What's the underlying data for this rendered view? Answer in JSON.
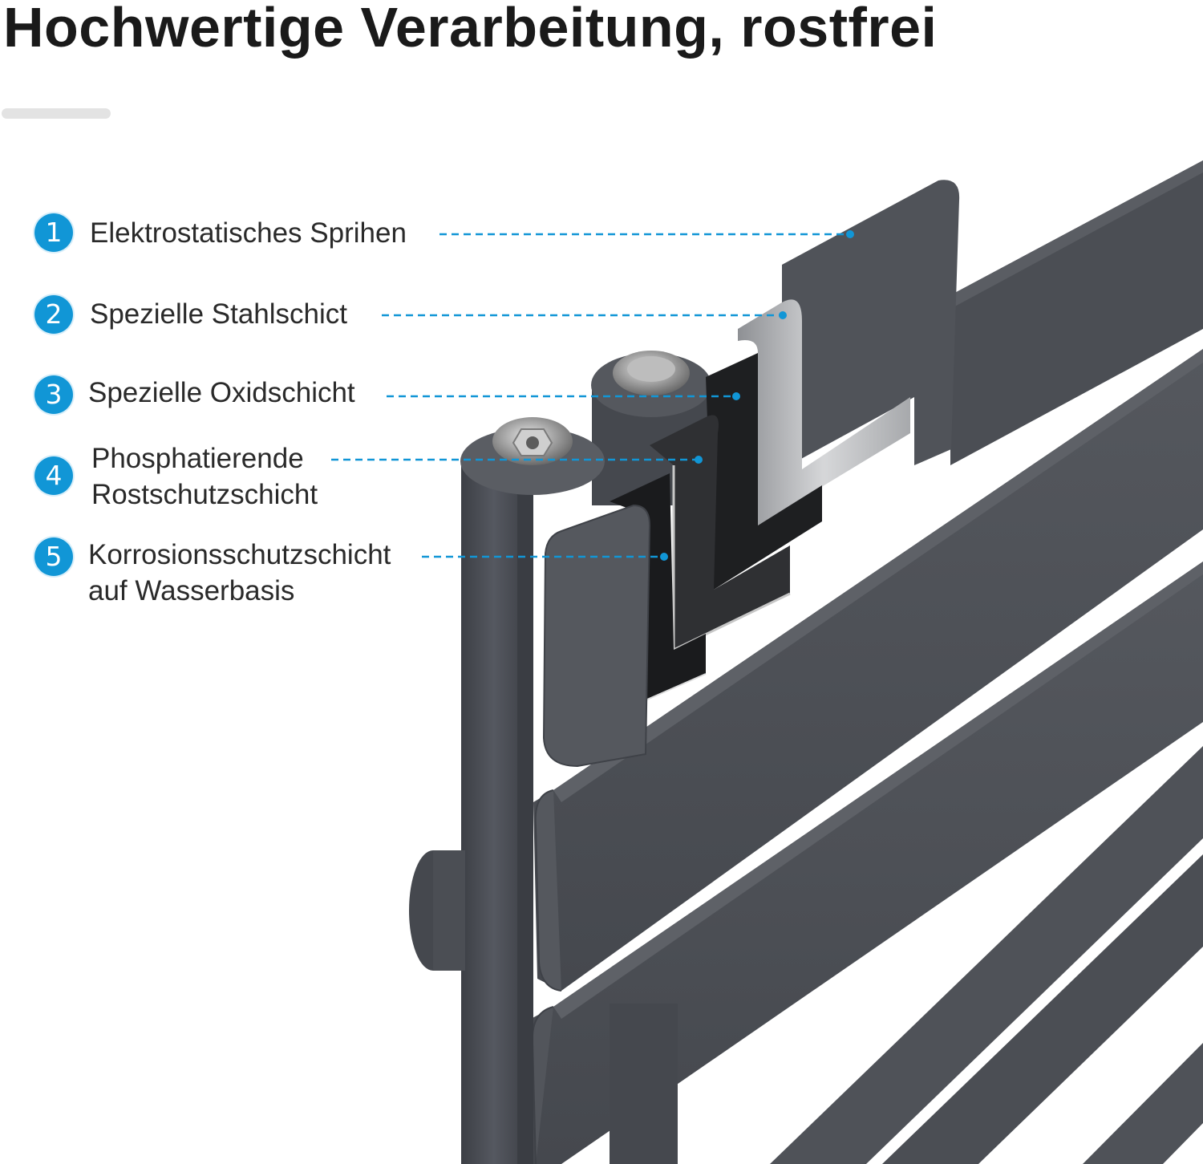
{
  "title": "Hochwertige Verarbeitung, rostfrei",
  "colors": {
    "accent": "#1196d6",
    "radiator": "#4d5056",
    "steel": "#b8babd"
  },
  "layers": [
    {
      "number": "1",
      "label": "Elektrostatisches Sprihen",
      "label_line2": ""
    },
    {
      "number": "2",
      "label": "Spezielle Stahlschict",
      "label_line2": ""
    },
    {
      "number": "3",
      "label": "Spezielle Oxidschicht",
      "label_line2": ""
    },
    {
      "number": "4",
      "label": "Phosphatierende",
      "label_line2": "Rostschutzschicht"
    },
    {
      "number": "5",
      "label": "Korrosionsschutzschicht",
      "label_line2": "auf Wasserbasis"
    }
  ]
}
